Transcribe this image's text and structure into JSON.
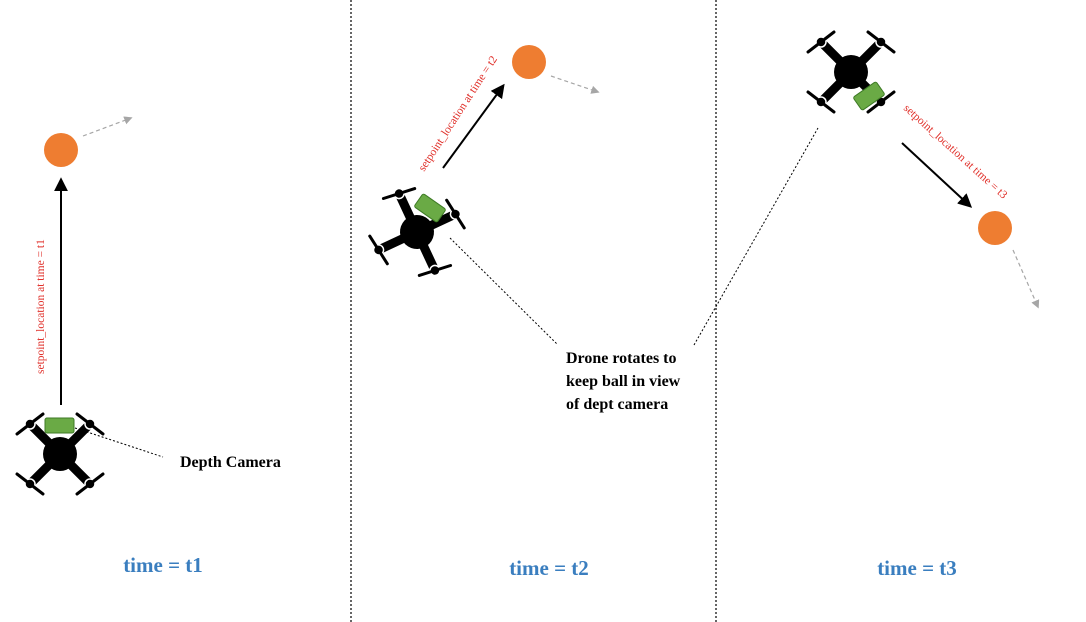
{
  "panels": [
    {
      "time_label": "time = t1",
      "setpoint_label": "setpoint_location at time = t1"
    },
    {
      "time_label": "time = t2",
      "setpoint_label": "setpoint_location at time = t2"
    },
    {
      "time_label": "time = t3",
      "setpoint_label": "setpoint_location at time = t3"
    }
  ],
  "annotations": {
    "depth_camera": "Depth Camera",
    "rotation_note": [
      "Drone rotates to",
      "keep ball in view",
      "of dept camera"
    ]
  },
  "colors": {
    "ball": "#ee7d31",
    "camera": "#6aaa45",
    "drone": "#000000",
    "label_red": "#e0302a",
    "time_blue": "#3a7ebf",
    "motion_arrow": "#a6a6a6"
  }
}
